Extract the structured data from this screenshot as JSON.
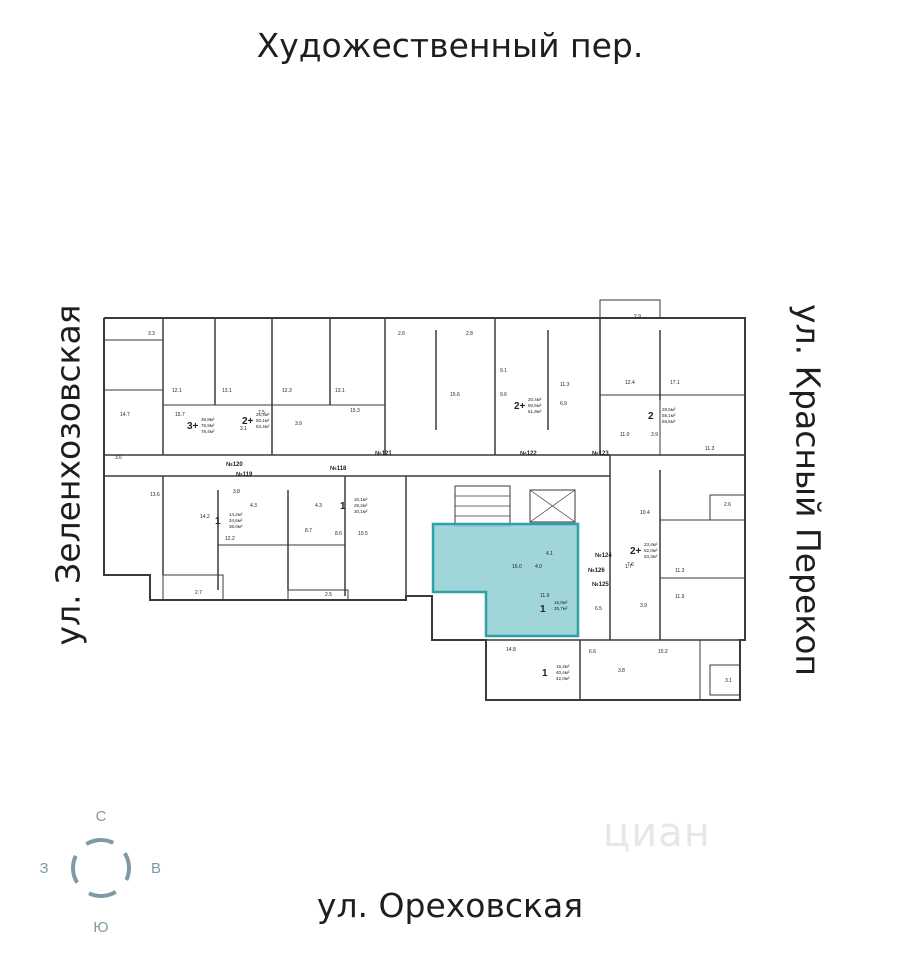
{
  "streets": {
    "north": "Художественный пер.",
    "south": "ул. Ореховская",
    "west": "ул. Зеленхозовская",
    "east": "ул. Красный Перекоп"
  },
  "compass": {
    "north": "С",
    "south": "Ю",
    "west": "З",
    "east": "В"
  },
  "watermark": "циан",
  "colors": {
    "highlight": "#2f9fa8",
    "highlight_fill": "#8fcfd3",
    "walls": "#3a3a3a",
    "compass": "#7f9aa6"
  },
  "apartments": [
    {
      "rooms": "3+",
      "area_living": "38,8м²",
      "area_total": "76,9м²",
      "area_other": "78,4м²"
    },
    {
      "rooms": "2+",
      "area_living": "25,4м²",
      "area_total": "50,1м²",
      "area_other": "53,4м²"
    },
    {
      "rooms": "2+",
      "area_living": "20,4м²",
      "area_total": "50,5м²",
      "area_other": "51,9м²"
    },
    {
      "rooms": "2",
      "area_living": "28,5м²",
      "area_total": "55,1м²",
      "area_other": "56,6м²"
    },
    {
      "rooms": "1",
      "area_living": "10,1м²",
      "area_total": "29,2м²",
      "area_other": "30,1м²"
    },
    {
      "rooms": "1",
      "area_living": "14,2м²",
      "area_total": "34,6м²",
      "area_other": "36,0м²"
    },
    {
      "rooms": "2+",
      "area_living": "23,4м²",
      "area_total": "52,0м²",
      "area_other": "53,3м²"
    },
    {
      "rooms": "1",
      "area_living": "15,0м²",
      "area_total": "35,7м²",
      "area_other": ""
    },
    {
      "rooms": "1",
      "area_living": "15,3м²",
      "area_total": "40,4м²",
      "area_other": "42,0м²"
    }
  ],
  "unit_numbers": [
    "№120",
    "№119",
    "№118",
    "№121",
    "№122",
    "№123",
    "№124",
    "№126",
    "№125"
  ],
  "room_areas": [
    "3.3",
    "12.1",
    "13.1",
    "12.3",
    "13.1",
    "2.6",
    "2.8",
    "9.1",
    "11.3",
    "12.4",
    "17.1",
    "2.9",
    "14.7",
    "15.7",
    "3.1",
    "7.5",
    "3.9",
    "15.3",
    "15.6",
    "9.6",
    "6.9",
    "11.0",
    "3.9",
    "11.3",
    "3.6",
    "13.6",
    "3.8",
    "4.3",
    "4.3",
    "14.2",
    "12.2",
    "8.7",
    "8.6",
    "10.5",
    "16.0",
    "4.0",
    "4.1",
    "2.6",
    "10.4",
    "7.6",
    "1.7",
    "11.3",
    "11.9",
    "3.9",
    "6.5",
    "11.9",
    "14.8",
    "6.6",
    "15.2",
    "3.8",
    "3.1",
    "2.7",
    "2.5"
  ]
}
